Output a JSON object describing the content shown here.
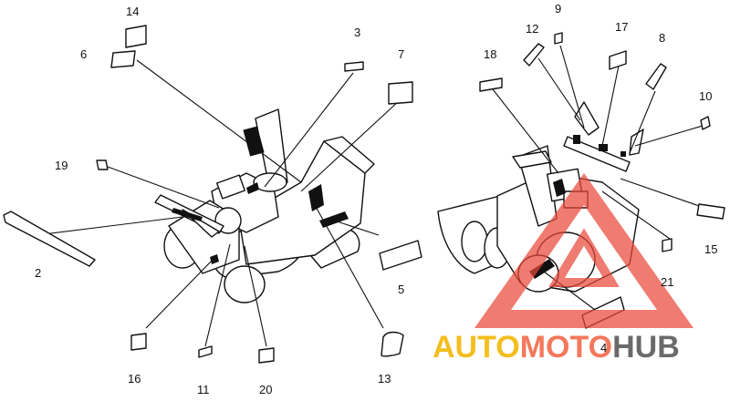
{
  "diagram": {
    "callouts": {
      "n2": "2",
      "n3": "3",
      "n4": "4",
      "n5": "5",
      "n6": "6",
      "n7": "7",
      "n8": "8",
      "n9": "9",
      "n10": "10",
      "n11": "11",
      "n12": "12",
      "n13": "13",
      "n14": "14",
      "n15": "15",
      "n16": "16",
      "n17": "17",
      "n18": "18",
      "n19": "19",
      "n20": "20",
      "n21": "21"
    }
  },
  "watermark": {
    "part1": "AUTO",
    "part2": "MOTO",
    "part3": "HUB",
    "colors": {
      "part1": "#f2b705",
      "part2": "#f26a4b",
      "part3": "#5a5a5a",
      "logo": "#e8473a"
    }
  }
}
